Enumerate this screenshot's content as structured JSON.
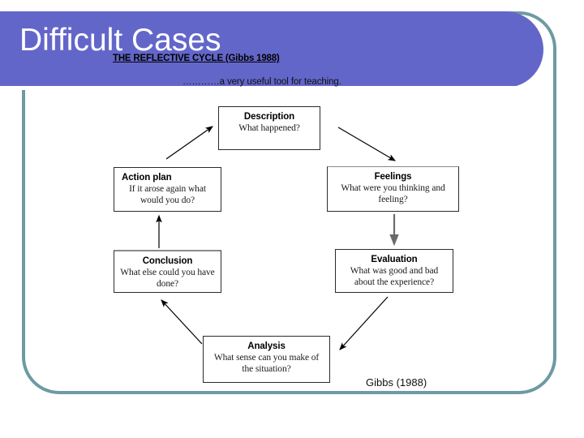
{
  "slide": {
    "title": "Difficult Cases",
    "accent_purple": "#6366c9",
    "frame_teal": "#6d9aa3"
  },
  "diagram": {
    "heading": "THE REFLECTIVE CYCLE (Gibbs 1988)",
    "subheading": "…………a very useful tool for teaching.",
    "attribution": "Gibbs (1988)",
    "nodes": [
      {
        "id": "description",
        "title": "Description",
        "body": "What happened?"
      },
      {
        "id": "feelings",
        "title": "Feelings",
        "body": "What were you thinking and feeling?"
      },
      {
        "id": "evaluation",
        "title": "Evaluation",
        "body": "What was good and bad about the experience?"
      },
      {
        "id": "analysis",
        "title": "Analysis",
        "body": "What sense can you make of the situation?"
      },
      {
        "id": "conclusion",
        "title": "Conclusion",
        "body": "What else could you have done?"
      },
      {
        "id": "action-plan",
        "title": "Action plan",
        "body": "If it arose again what would you do?"
      }
    ],
    "edges": [
      {
        "from": "description",
        "to": "feelings"
      },
      {
        "from": "feelings",
        "to": "evaluation"
      },
      {
        "from": "evaluation",
        "to": "analysis"
      },
      {
        "from": "analysis",
        "to": "conclusion"
      },
      {
        "from": "conclusion",
        "to": "action-plan"
      },
      {
        "from": "action-plan",
        "to": "description"
      }
    ]
  }
}
